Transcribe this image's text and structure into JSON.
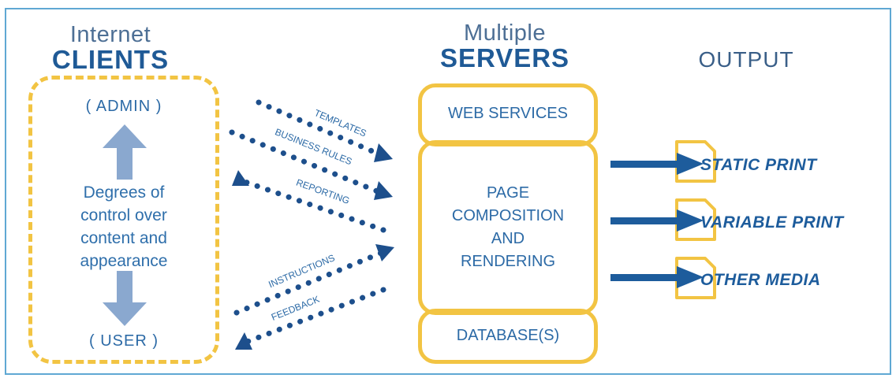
{
  "clients": {
    "header_light": "Internet",
    "header_bold": "CLIENTS",
    "admin_label": "( ADMIN )",
    "control_text": [
      "Degrees of",
      "control over",
      "content and",
      "appearance"
    ],
    "user_label": "( USER )"
  },
  "servers": {
    "header_light": "Multiple",
    "header_bold": "SERVERS",
    "web_services": "WEB SERVICES",
    "composition": [
      "PAGE",
      "COMPOSITION",
      "AND",
      "RENDERING"
    ],
    "database": "DATABASE(S)"
  },
  "output": {
    "header": "OUTPUT",
    "items": [
      "STATIC PRINT",
      "VARIABLE PRINT",
      "OTHER MEDIA"
    ]
  },
  "flows": {
    "templates": "TEMPLATES",
    "business_rules": "BUSINESS RULES",
    "reporting": "REPORTING",
    "instructions": "INSTRUCTIONS",
    "feedback": "FEEDBACK"
  },
  "colors": {
    "border": "#5fa8d3",
    "yellow": "#f2c443",
    "dark_blue": "#1d4f8c",
    "arrow_gray_blue": "#8aa8cf"
  }
}
